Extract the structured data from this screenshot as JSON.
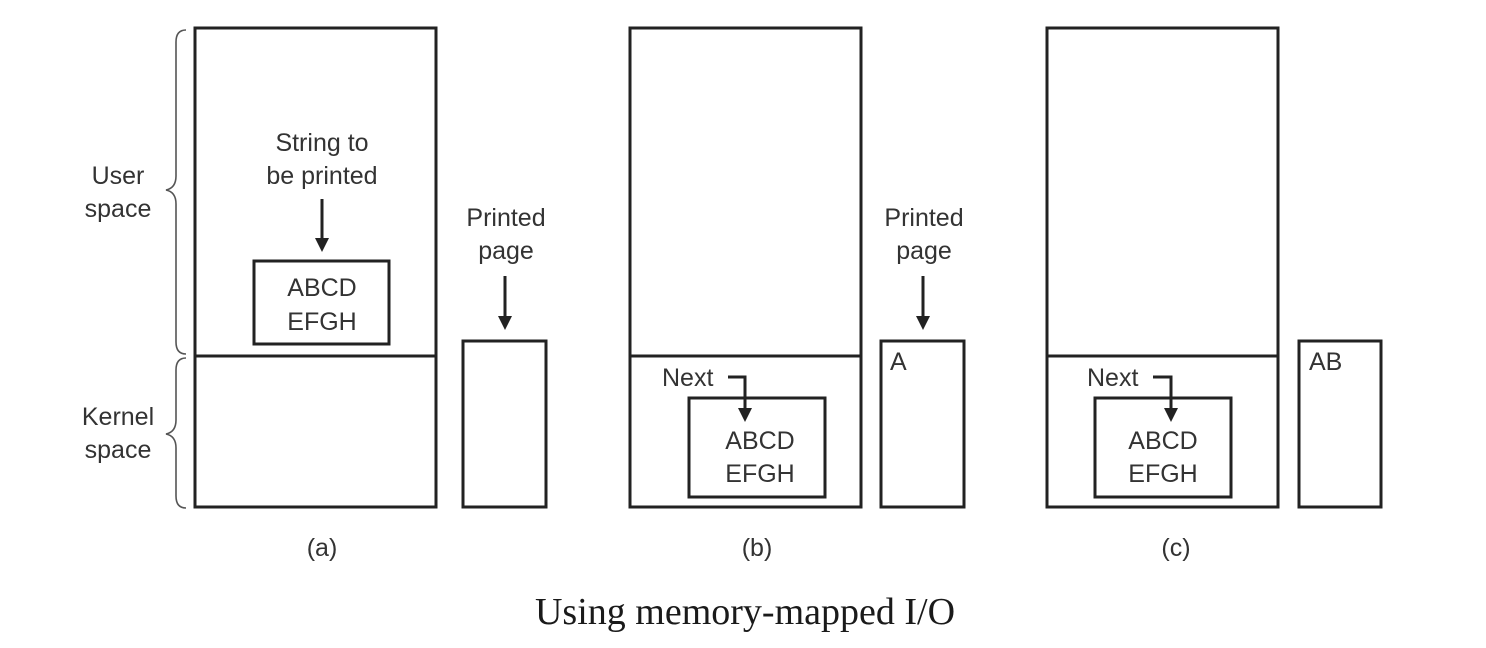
{
  "labels": {
    "user_space": [
      "User",
      "space"
    ],
    "kernel_space": [
      "Kernel",
      "space"
    ],
    "string_to_be_printed": [
      "String to",
      "be printed"
    ],
    "printed_page": [
      "Printed",
      "page"
    ],
    "next": "Next"
  },
  "panels": [
    {
      "id": "a",
      "caption": "(a)",
      "buffer": [
        "ABCD",
        "EFGH"
      ],
      "page_content": ""
    },
    {
      "id": "b",
      "caption": "(b)",
      "buffer": [
        "ABCD",
        "EFGH"
      ],
      "page_content": "A"
    },
    {
      "id": "c",
      "caption": "(c)",
      "buffer": [
        "ABCD",
        "EFGH"
      ],
      "page_content": "AB"
    }
  ],
  "caption": "Using memory-mapped I/O"
}
